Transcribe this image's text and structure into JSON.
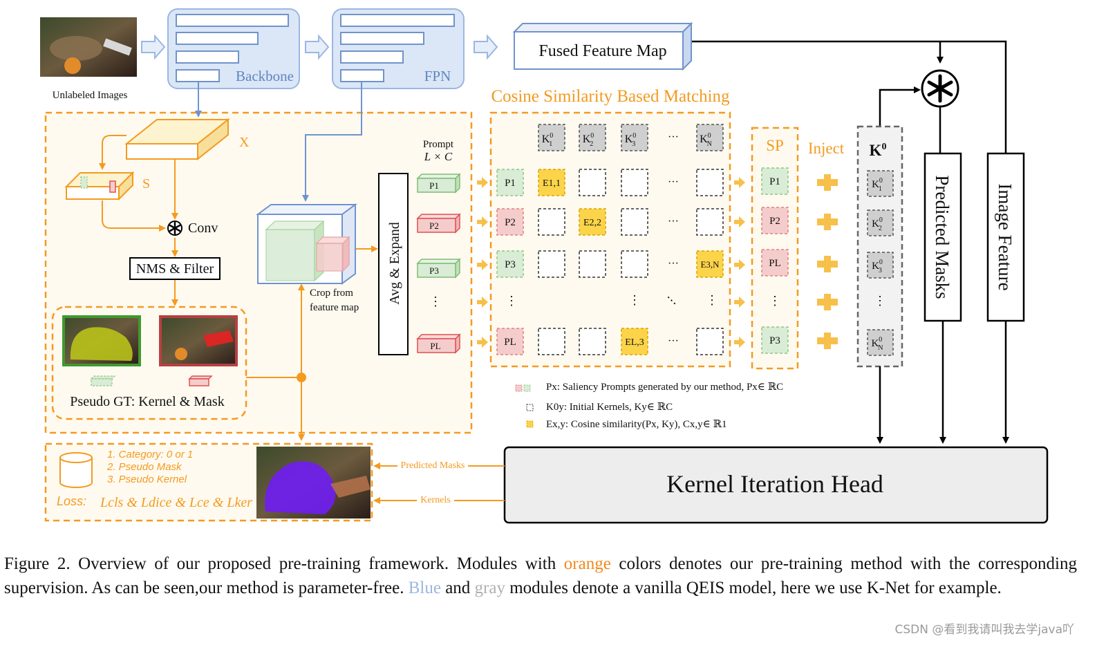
{
  "top": {
    "unlabeled_images": "Unlabeled Images",
    "backbone": "Backbone",
    "fpn": "FPN",
    "fused_feature_map": "Fused Feature Map"
  },
  "left_panel": {
    "x_label": "X",
    "s_label": "S",
    "conv": "Conv",
    "nms_filter": "NMS & Filter",
    "pseudo_gt": "Pseudo GT: Kernel & Mask",
    "crop_line1": "Crop from",
    "crop_line2": "feature map",
    "prompt_line1": "Prompt",
    "prompt_line2": "L × C",
    "avg_expand": "Avg & Expand",
    "prompts": [
      "P1",
      "P2",
      "P3",
      "⋮",
      "PL"
    ]
  },
  "matching": {
    "title": "Cosine Similarity Based Matching",
    "kernel_header": [
      "K",
      "K",
      "K",
      "···",
      "K"
    ],
    "kernel_header_subs": [
      "1",
      "2",
      "3",
      "",
      "N"
    ],
    "row_labels": [
      "P1",
      "P2",
      "P3",
      "⋮",
      "PL"
    ],
    "cells": [
      "E1,1",
      "E2,2",
      "E3,N",
      "EL,3"
    ]
  },
  "sp": {
    "title": "SP",
    "items": [
      "P1",
      "P2",
      "PL",
      "⋮",
      "P3"
    ]
  },
  "inject": "Inject",
  "kernels": {
    "title": "K",
    "title_sup": "0",
    "items": [
      "K",
      "K",
      "K",
      "⋮",
      "K"
    ],
    "subs": [
      "1",
      "2",
      "3",
      "",
      "N"
    ]
  },
  "predicted_masks_vertical": "Predicted Masks",
  "image_feature_vertical": "Image Feature",
  "legend": {
    "line1": "Px: Saliency Prompts generated by our method, Px∈ ℝC",
    "line2": "K0y: Initial Kernels, Ky∈ ℝC",
    "line3": "Ex,y: Cosine similarity(Px, Ky), Cx,y∈ ℝ1"
  },
  "bottom_left": {
    "items": [
      "1.  Category: 0 or 1",
      "2.  Pseudo Mask",
      "3.  Pseudo Kernel"
    ],
    "loss_label": "Loss:",
    "loss_terms": "Lcls & Ldice & Lce & Lker"
  },
  "bottom_arrows": {
    "predicted_masks": "Predicted Masks",
    "kernels": "Kernels"
  },
  "kernel_iteration_head": "Kernel Iteration Head",
  "caption": {
    "part1": "Figure 2.  Overview of our proposed pre-training framework.  Modules with ",
    "orange": "orange",
    "part2": " colors denotes our pre-training method with the corresponding supervision.  As can be seen,our method is parameter-free.  ",
    "blue": "Blue",
    "part3": " and ",
    "gray": "gray",
    "part4": " modules denote a vanilla QEIS model, here we use K-Net for example."
  },
  "watermark": "CSDN @看到我请叫我去学java吖",
  "colors": {
    "orange": "#f39a1f",
    "blue_fill": "#dbe6f6",
    "blue_stroke": "#8fb0de",
    "green_fill": "#d9ecd6",
    "red_fill": "#f5cccc",
    "yellow_fill": "#fcd44a",
    "gray_fill": "#cfcfcf"
  }
}
